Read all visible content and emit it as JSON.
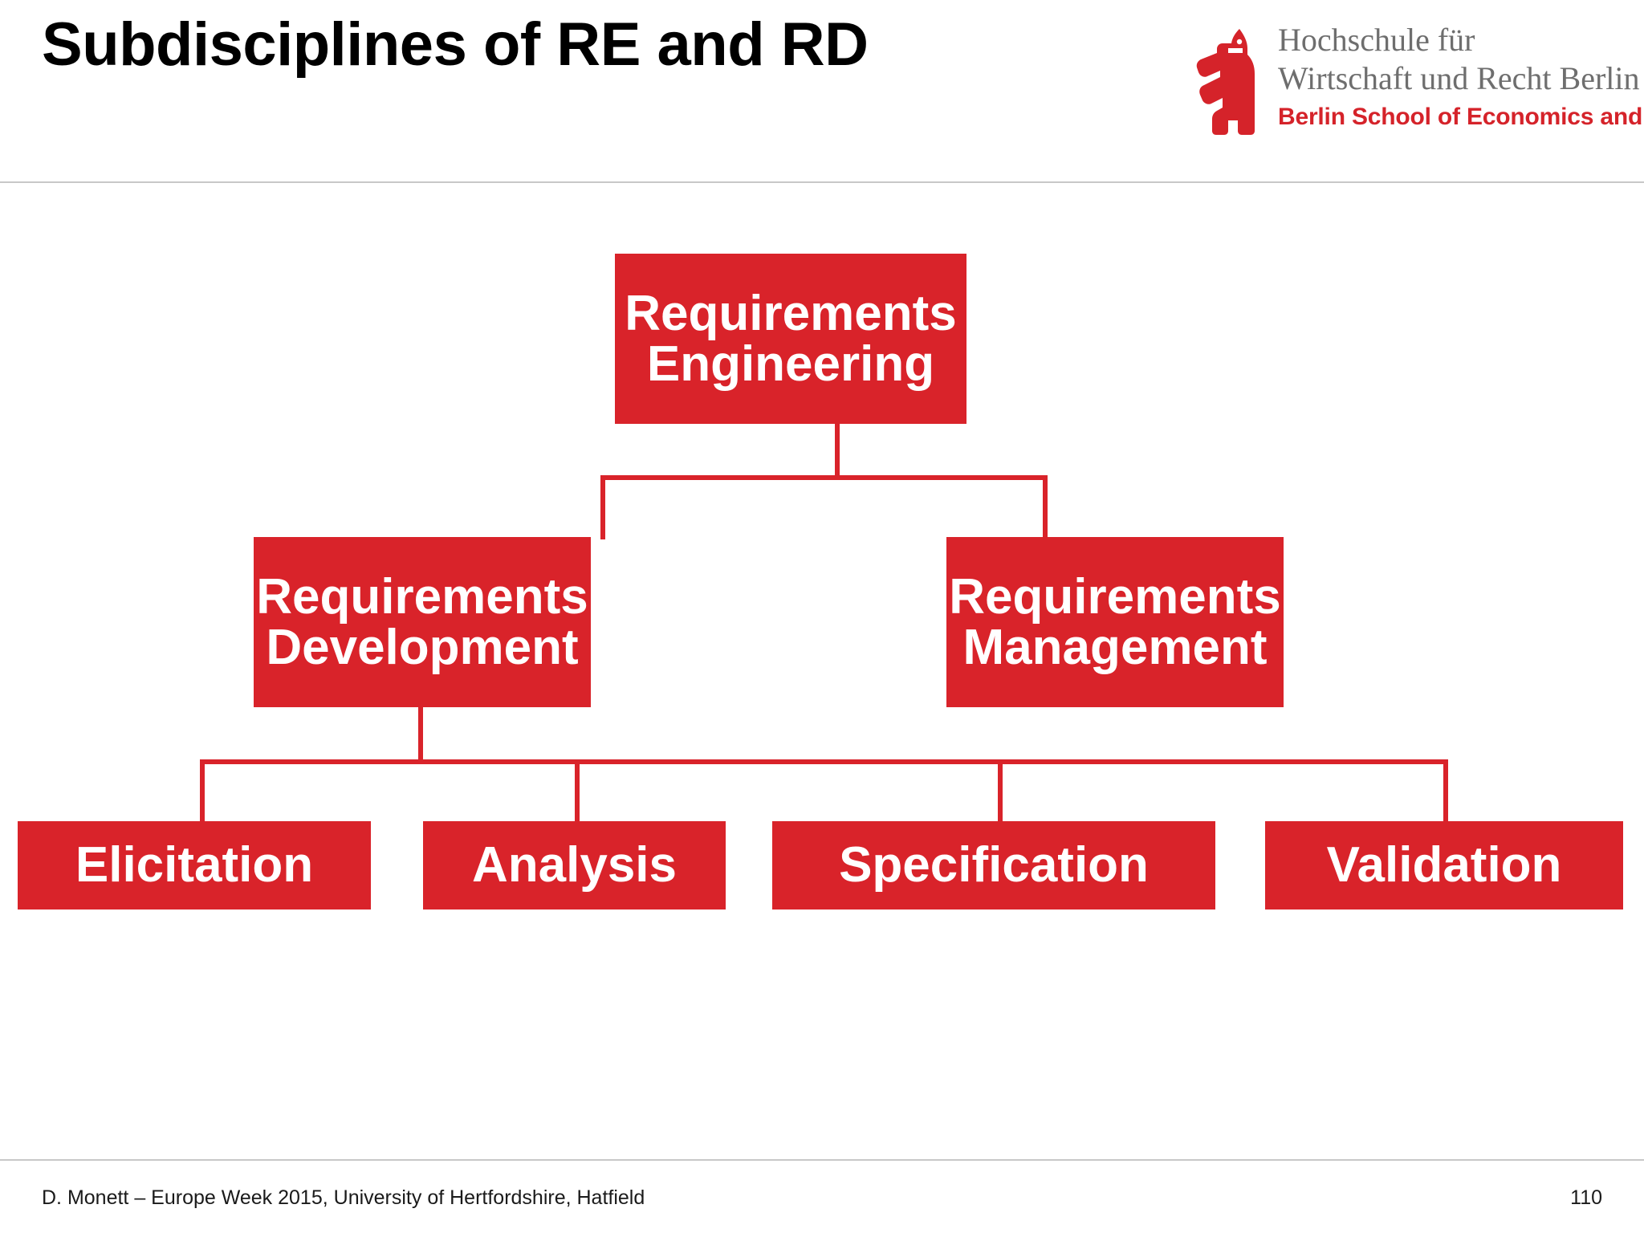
{
  "slide": {
    "title": "Subdisciplines of RE and RD",
    "page_number": "110",
    "footer_text": "D. Monett – Europe Week 2015, University of Hertfordshire, Hatfield",
    "accent_color": "#d9232a",
    "title_color": "#000000",
    "background_color": "#ffffff"
  },
  "logo": {
    "icon_name": "berlin-bear-icon",
    "icon_color": "#d5232a",
    "line1": "Hochschule für",
    "line2": "Wirtschaft und Recht Berlin",
    "tagline": "Berlin School of Economics and Law",
    "serif_color": "#6e6e6e",
    "tagline_color": "#d5232a"
  },
  "diagram": {
    "type": "hierarchy-tree",
    "levels": [
      {
        "level": 1,
        "nodes": [
          {
            "id": "requirements-engineering",
            "label": "Requirements\nEngineering",
            "line1": "Requirements",
            "line2": "Engineering"
          }
        ]
      },
      {
        "level": 2,
        "nodes": [
          {
            "id": "requirements-development",
            "label": "Requirements\nDevelopment",
            "line1": "Requirements",
            "line2": "Development"
          },
          {
            "id": "requirements-management",
            "label": "Requirements\nManagement",
            "line1": "Requirements",
            "line2": "Management"
          }
        ]
      },
      {
        "level": 3,
        "nodes": [
          {
            "id": "elicitation",
            "label": "Elicitation"
          },
          {
            "id": "analysis",
            "label": "Analysis"
          },
          {
            "id": "specification",
            "label": "Specification"
          },
          {
            "id": "validation",
            "label": "Validation"
          }
        ]
      }
    ],
    "edges": [
      {
        "from": "requirements-engineering",
        "to": "requirements-development"
      },
      {
        "from": "requirements-engineering",
        "to": "requirements-management"
      },
      {
        "from": "requirements-development",
        "to": "elicitation"
      },
      {
        "from": "requirements-development",
        "to": "analysis"
      },
      {
        "from": "requirements-development",
        "to": "specification"
      },
      {
        "from": "requirements-development",
        "to": "validation"
      }
    ]
  }
}
